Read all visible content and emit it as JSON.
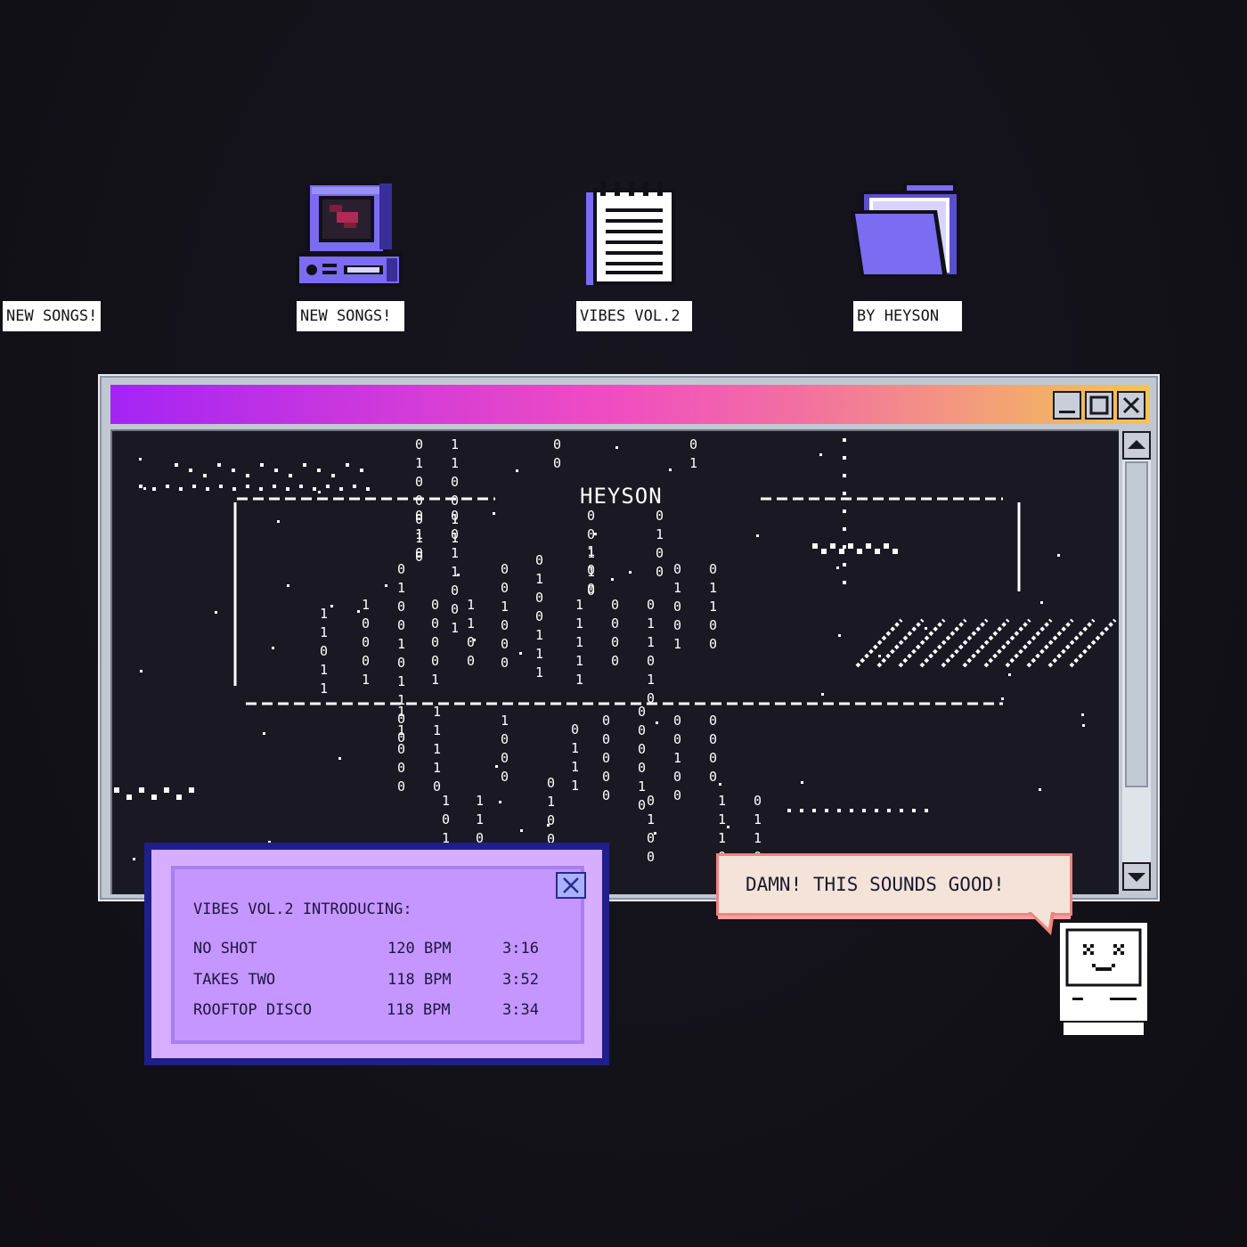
{
  "desktop": {
    "icons": [
      {
        "label": "NEW SONGS!",
        "icon": "retro-computer-icon"
      },
      {
        "label": "VIBES VOL.2",
        "icon": "notepad-icon"
      },
      {
        "label": "BY HEYSON",
        "icon": "folder-icon"
      }
    ]
  },
  "window": {
    "brand": "HEYSON",
    "controls": {
      "minimize": "_",
      "maximize": "□",
      "close": "×"
    },
    "scroll_up": "up-arrow-icon",
    "scroll_down": "down-arrow-icon"
  },
  "popup": {
    "heading": "VIBES VOL.2 INTRODUCING:",
    "tracks": [
      {
        "title": "NO SHOT",
        "bpm": "120 BPM",
        "length": "3:16"
      },
      {
        "title": "TAKES TWO",
        "bpm": "118 BPM",
        "length": "3:52"
      },
      {
        "title": "ROOFTOP DISCO",
        "bpm": "118 BPM",
        "length": "3:34"
      }
    ]
  },
  "bubble": {
    "text": "DAMN! THIS SOUNDS GOOD!"
  },
  "colors": {
    "background": "#131219",
    "accent_purple": "#7a6cf0",
    "titlebar_start": "#a424f5",
    "titlebar_mid": "#f04cc2",
    "titlebar_end": "#f2c54e",
    "popup_bg": "#c596ff",
    "popup_border": "#1f1f8a",
    "bubble_border": "#f0857f"
  }
}
